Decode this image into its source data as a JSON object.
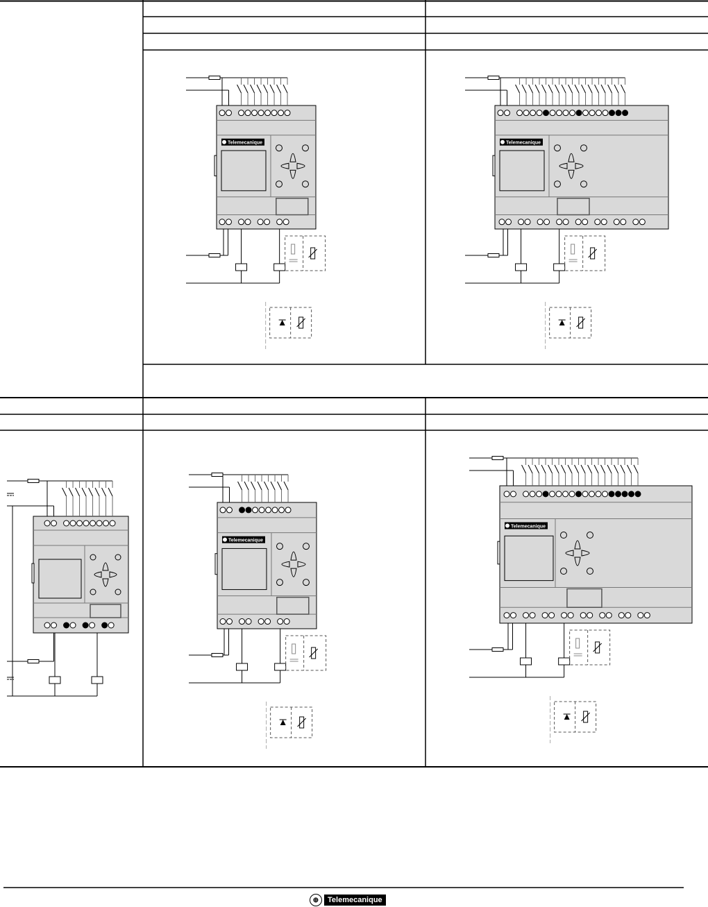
{
  "document": {
    "brand": "Telemecanique",
    "device_logo_text": "Telemecanique",
    "colors": {
      "device_fill": "#d9d9d9",
      "line": "#000000",
      "dashed": "#555555"
    }
  },
  "footer": {
    "logo_text": "Telemecanique"
  }
}
